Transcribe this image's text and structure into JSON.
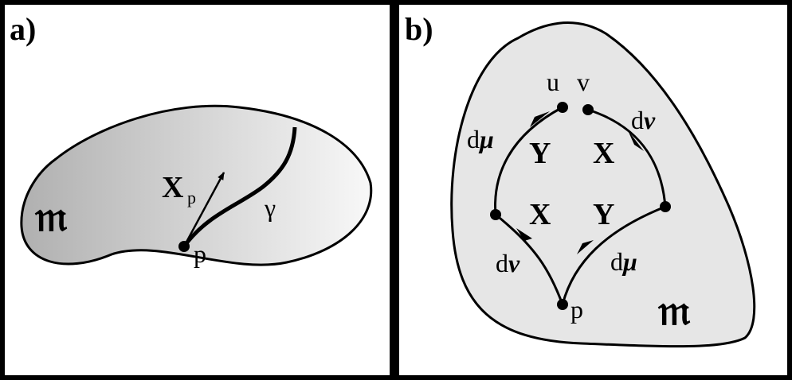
{
  "panel_a": {
    "label": "a)",
    "manifold_symbol": "𝔪",
    "vector_label": "X",
    "vector_subscript": "p",
    "point_label": "p",
    "curve_label": "γ"
  },
  "panel_b": {
    "label": "b)",
    "manifold_symbol": "𝔪",
    "point_p": "p",
    "point_u": "u",
    "point_v": "v",
    "upper_left_vector": "Y",
    "upper_right_vector": "X",
    "lower_left_vector": "X",
    "lower_right_vector": "Y",
    "d_prefix": "d",
    "mu": "μ",
    "nu": "ν"
  },
  "colors": {
    "border": "#000000",
    "manifold_fill_dark": "#b3b3b3",
    "manifold_fill_light": "#f7f7f7",
    "manifold_fill_flat": "#e6e6e6"
  }
}
